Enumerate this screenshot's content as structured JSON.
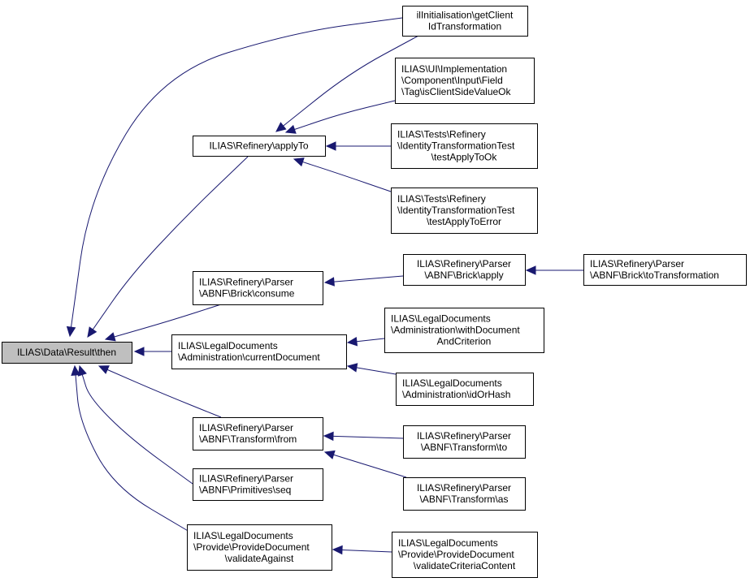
{
  "diagram": {
    "type": "call-graph",
    "colors": {
      "root_fill": "#bfbfbf",
      "node_fill": "#ffffff",
      "edge": "#191970",
      "border": "#000000"
    },
    "nodes": [
      {
        "id": "then",
        "root": true,
        "lines": [
          "ILIAS\\Data\\Result\\then"
        ]
      },
      {
        "id": "applyTo",
        "lines": [
          "ILIAS\\Refinery\\applyTo"
        ]
      },
      {
        "id": "getClientIdTransformation",
        "lines": [
          "ilInitialisation\\getClient",
          "IdTransformation"
        ]
      },
      {
        "id": "isClientSideValueOk",
        "lines": [
          "ILIAS\\UI\\Implementation",
          "\\Component\\Input\\Field",
          "\\Tag\\isClientSideValueOk"
        ]
      },
      {
        "id": "testApplyToOk",
        "lines": [
          "ILIAS\\Tests\\Refinery",
          "\\IdentityTransformationTest",
          "\\testApplyToOk"
        ]
      },
      {
        "id": "testApplyToError",
        "lines": [
          "ILIAS\\Tests\\Refinery",
          "\\IdentityTransformationTest",
          "\\testApplyToError"
        ]
      },
      {
        "id": "brickConsume",
        "lines": [
          "ILIAS\\Refinery\\Parser",
          "\\ABNF\\Brick\\consume"
        ]
      },
      {
        "id": "brickApply",
        "lines": [
          "ILIAS\\Refinery\\Parser",
          "\\ABNF\\Brick\\apply"
        ]
      },
      {
        "id": "brickToTransformation",
        "lines": [
          "ILIAS\\Refinery\\Parser",
          "\\ABNF\\Brick\\toTransformation"
        ]
      },
      {
        "id": "currentDocument",
        "lines": [
          "ILIAS\\LegalDocuments",
          "\\Administration\\currentDocument"
        ]
      },
      {
        "id": "withDocumentAndCriterion",
        "lines": [
          "ILIAS\\LegalDocuments",
          "\\Administration\\withDocument",
          "AndCriterion"
        ]
      },
      {
        "id": "idOrHash",
        "lines": [
          "ILIAS\\LegalDocuments",
          "\\Administration\\idOrHash"
        ]
      },
      {
        "id": "transformFrom",
        "lines": [
          "ILIAS\\Refinery\\Parser",
          "\\ABNF\\Transform\\from"
        ]
      },
      {
        "id": "transformTo",
        "lines": [
          "ILIAS\\Refinery\\Parser",
          "\\ABNF\\Transform\\to"
        ]
      },
      {
        "id": "transformAs",
        "lines": [
          "ILIAS\\Refinery\\Parser",
          "\\ABNF\\Transform\\as"
        ]
      },
      {
        "id": "primitivesSeq",
        "lines": [
          "ILIAS\\Refinery\\Parser",
          "\\ABNF\\Primitives\\seq"
        ]
      },
      {
        "id": "validateAgainst",
        "lines": [
          "ILIAS\\LegalDocuments",
          "\\Provide\\ProvideDocument",
          "\\validateAgainst"
        ]
      },
      {
        "id": "validateCriteriaContent",
        "lines": [
          "ILIAS\\LegalDocuments",
          "\\Provide\\ProvideDocument",
          "\\validateCriteriaContent"
        ]
      }
    ],
    "edges": [
      {
        "from": "applyTo",
        "to": "then"
      },
      {
        "from": "getClientIdTransformation",
        "to": "then"
      },
      {
        "from": "brickConsume",
        "to": "then"
      },
      {
        "from": "currentDocument",
        "to": "then"
      },
      {
        "from": "transformFrom",
        "to": "then"
      },
      {
        "from": "primitivesSeq",
        "to": "then"
      },
      {
        "from": "validateAgainst",
        "to": "then"
      },
      {
        "from": "getClientIdTransformation",
        "to": "applyTo"
      },
      {
        "from": "isClientSideValueOk",
        "to": "applyTo"
      },
      {
        "from": "testApplyToOk",
        "to": "applyTo"
      },
      {
        "from": "testApplyToError",
        "to": "applyTo"
      },
      {
        "from": "brickApply",
        "to": "brickConsume"
      },
      {
        "from": "brickToTransformation",
        "to": "brickApply"
      },
      {
        "from": "withDocumentAndCriterion",
        "to": "currentDocument"
      },
      {
        "from": "idOrHash",
        "to": "currentDocument"
      },
      {
        "from": "transformTo",
        "to": "transformFrom"
      },
      {
        "from": "transformAs",
        "to": "transformFrom"
      },
      {
        "from": "validateCriteriaContent",
        "to": "validateAgainst"
      }
    ]
  }
}
